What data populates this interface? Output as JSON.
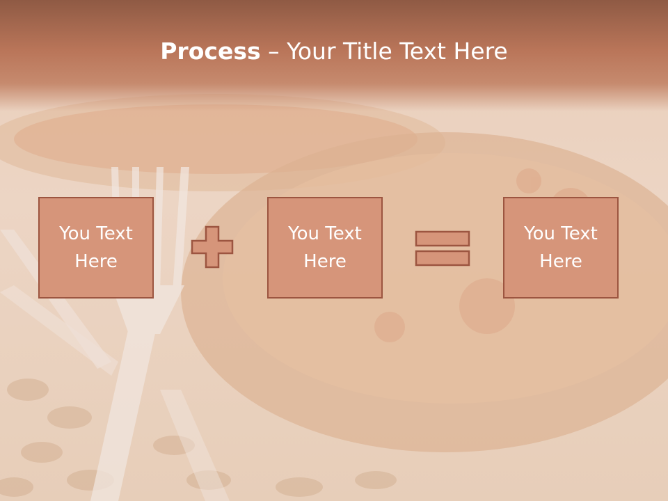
{
  "slide": {
    "title_bold": "Process",
    "title_rest": " – Your Title Text Here"
  },
  "process": {
    "boxes": [
      {
        "text": "You Text Here"
      },
      {
        "text": "You Text Here"
      },
      {
        "text": "You Text Here"
      }
    ],
    "operators": [
      "plus-icon",
      "equals-icon"
    ]
  },
  "colors": {
    "title_band": "#b97559",
    "box_fill": "#d6957a",
    "box_border": "#9c5540",
    "text": "#ffffff"
  }
}
